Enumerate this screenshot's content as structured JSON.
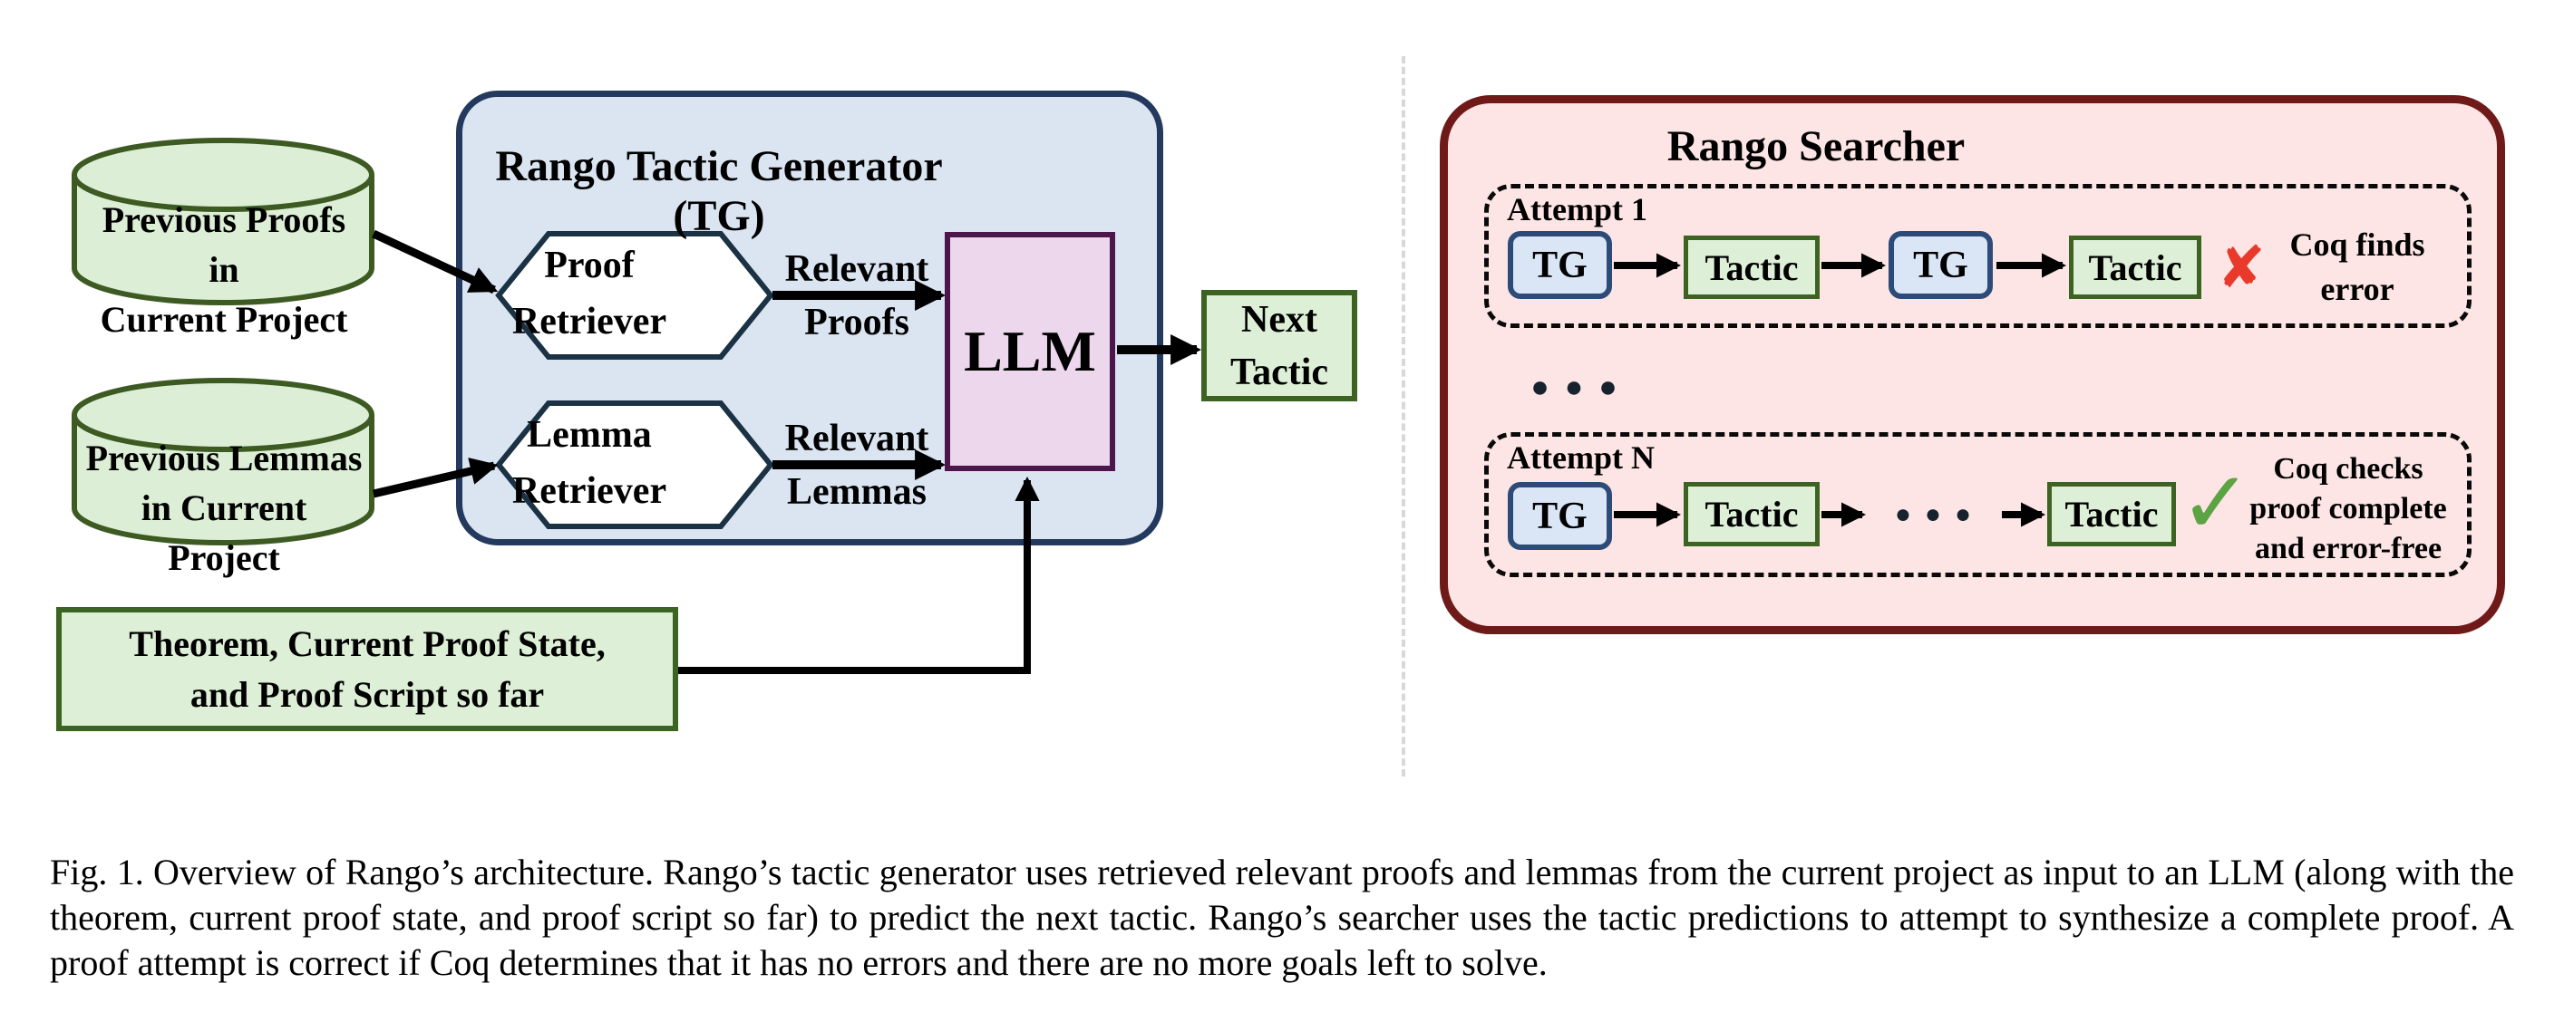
{
  "colors": {
    "generator_panel_fill": "#dbe5f2",
    "generator_panel_border": "#24395e",
    "searcher_panel_fill": "#fce5e4",
    "searcher_panel_border": "#6f1a18",
    "green_node_fill": "#ddefd6",
    "green_node_border": "#3c6322",
    "blue_node_fill": "#dae6f6",
    "blue_node_border": "#2d4b78",
    "llm_fill": "#ecd7ec",
    "llm_border": "#4c164c",
    "error_red": "#e8392a",
    "success_green": "#5ca344"
  },
  "inputs": {
    "proofs_db_label": "Previous Proofs in\nCurrent Project",
    "lemmas_db_label": "Previous Lemmas\nin Current Project",
    "context_label": "Theorem, Current Proof State,\nand Proof Script so far"
  },
  "generator": {
    "title": "Rango Tactic Generator (TG)",
    "proof_retriever_label": "Proof\nRetriever",
    "lemma_retriever_label": "Lemma\nRetriever",
    "relevant_proofs_label": "Relevant\nProofs",
    "relevant_lemmas_label": "Relevant\nLemmas",
    "llm_label": "LLM"
  },
  "output": {
    "next_tactic_label": "Next\nTactic"
  },
  "searcher": {
    "title": "Rango Searcher",
    "attempt1": {
      "label": "Attempt 1",
      "node1": "TG",
      "node2": "Tactic",
      "node3": "TG",
      "node4": "Tactic",
      "result_icon": "✘",
      "result_label": "Coq finds\nerror"
    },
    "between_attempts_ellipsis": "●  ●  ●",
    "attemptN": {
      "label": "Attempt N",
      "node1": "TG",
      "node2": "Tactic",
      "ellipsis": "●  ●  ●",
      "node3": "Tactic",
      "result_icon": "✓",
      "result_label": "Coq checks\nproof complete\nand error-free"
    }
  },
  "caption": "Fig. 1.  Overview of Rango’s architecture. Rango’s tactic generator uses retrieved relevant proofs and lemmas from the current project as input to an LLM (along with the theorem, current proof state, and proof script so far) to predict the next tactic. Rango’s searcher uses the tactic predictions to attempt to synthesize a complete proof. A proof attempt is correct if Coq determines that it has no errors and there are no more goals left to solve."
}
